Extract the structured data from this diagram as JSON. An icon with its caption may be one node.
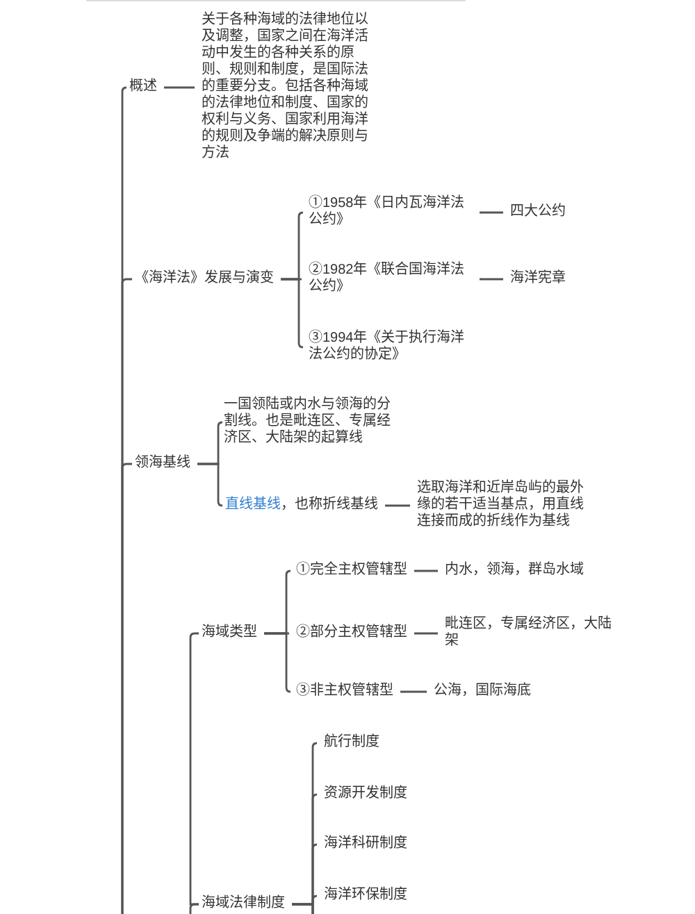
{
  "diagram": {
    "nodes": [
      {
        "text": [
          "概述"
        ]
      },
      {
        "text": [
          "关于各种海域的法律地位以及调整，国家之间在海洋活动中发生的各种关系的原则、规则和制度，是国际法的重要分支。包括各种海域的法律地位和制度、国家的权利与义务、国家利用海洋的规则及争端的解决原则与方法"
        ]
      },
      {
        "text": [
          "《海洋法》发展与演变"
        ]
      },
      {
        "text": [
          "①1958年《日内瓦海洋法公约》"
        ]
      },
      {
        "text": [
          "四大公约"
        ]
      },
      {
        "text": [
          "②1982年《联合国海洋法公约》"
        ]
      },
      {
        "text": [
          "海洋宪章"
        ]
      },
      {
        "text": [
          "③1994年《关于执行海洋法公约的协定》"
        ]
      },
      {
        "text": [
          "领海基线"
        ]
      },
      {
        "text": [
          "一国领陆或内水与领海的分割线。也是毗连区、专属经济区、大陆架的起算线"
        ]
      },
      {
        "text": [
          "直线基线",
          "，也称折线基线"
        ]
      },
      {
        "text": [
          "选取海洋和近岸岛屿的最外缘的若干适当基点，用直线连接而成的折线作为基线"
        ]
      },
      {
        "text": [
          "海域类型"
        ]
      },
      {
        "text": [
          "①完全主权管辖型"
        ]
      },
      {
        "text": [
          "内水，领海，群岛水域"
        ]
      },
      {
        "text": [
          "②部分主权管辖型"
        ]
      },
      {
        "text": [
          "毗连区，专属经济区，大陆架"
        ]
      },
      {
        "text": [
          "③非主权管辖型"
        ]
      },
      {
        "text": [
          "公海，国际海底"
        ]
      },
      {
        "text": [
          "海域法律制度"
        ]
      },
      {
        "text": [
          "航行制度"
        ]
      },
      {
        "text": [
          "资源开发制度"
        ]
      },
      {
        "text": [
          "海洋科研制度"
        ]
      },
      {
        "text": [
          "海洋环保制度"
        ]
      }
    ],
    "edges": [
      {
        "from": null,
        "to": 0,
        "arrow": "none"
      },
      {
        "from": 0,
        "to": 1,
        "arrow": "none"
      },
      {
        "from": null,
        "to": 2,
        "arrow": "none"
      },
      {
        "from": 2,
        "to": 3,
        "arrow": "none"
      },
      {
        "from": 3,
        "to": 4,
        "arrow": "none"
      },
      {
        "from": 2,
        "to": 5,
        "arrow": "none"
      },
      {
        "from": 5,
        "to": 6,
        "arrow": "none"
      },
      {
        "from": 2,
        "to": 7,
        "arrow": "none"
      },
      {
        "from": null,
        "to": 8,
        "arrow": "none"
      },
      {
        "from": 8,
        "to": 9,
        "arrow": "none"
      },
      {
        "from": 8,
        "to": 10,
        "arrow": "none"
      },
      {
        "from": 10,
        "to": 11,
        "arrow": "none"
      },
      {
        "from": 19,
        "to": 12,
        "arrow": "none"
      },
      {
        "from": 12,
        "to": 13,
        "arrow": "none"
      },
      {
        "from": 13,
        "to": 14,
        "arrow": "none"
      },
      {
        "from": 12,
        "to": 15,
        "arrow": "none"
      },
      {
        "from": 15,
        "to": 16,
        "arrow": "none"
      },
      {
        "from": 12,
        "to": 17,
        "arrow": "none"
      },
      {
        "from": 17,
        "to": 18,
        "arrow": "none"
      },
      {
        "from": null,
        "to": 19,
        "arrow": "none"
      },
      {
        "from": 19,
        "to": 20,
        "arrow": "none"
      },
      {
        "from": 19,
        "to": 21,
        "arrow": "none"
      },
      {
        "from": 19,
        "to": 22,
        "arrow": "none"
      },
      {
        "from": 19,
        "to": 23,
        "arrow": "none"
      }
    ]
  }
}
